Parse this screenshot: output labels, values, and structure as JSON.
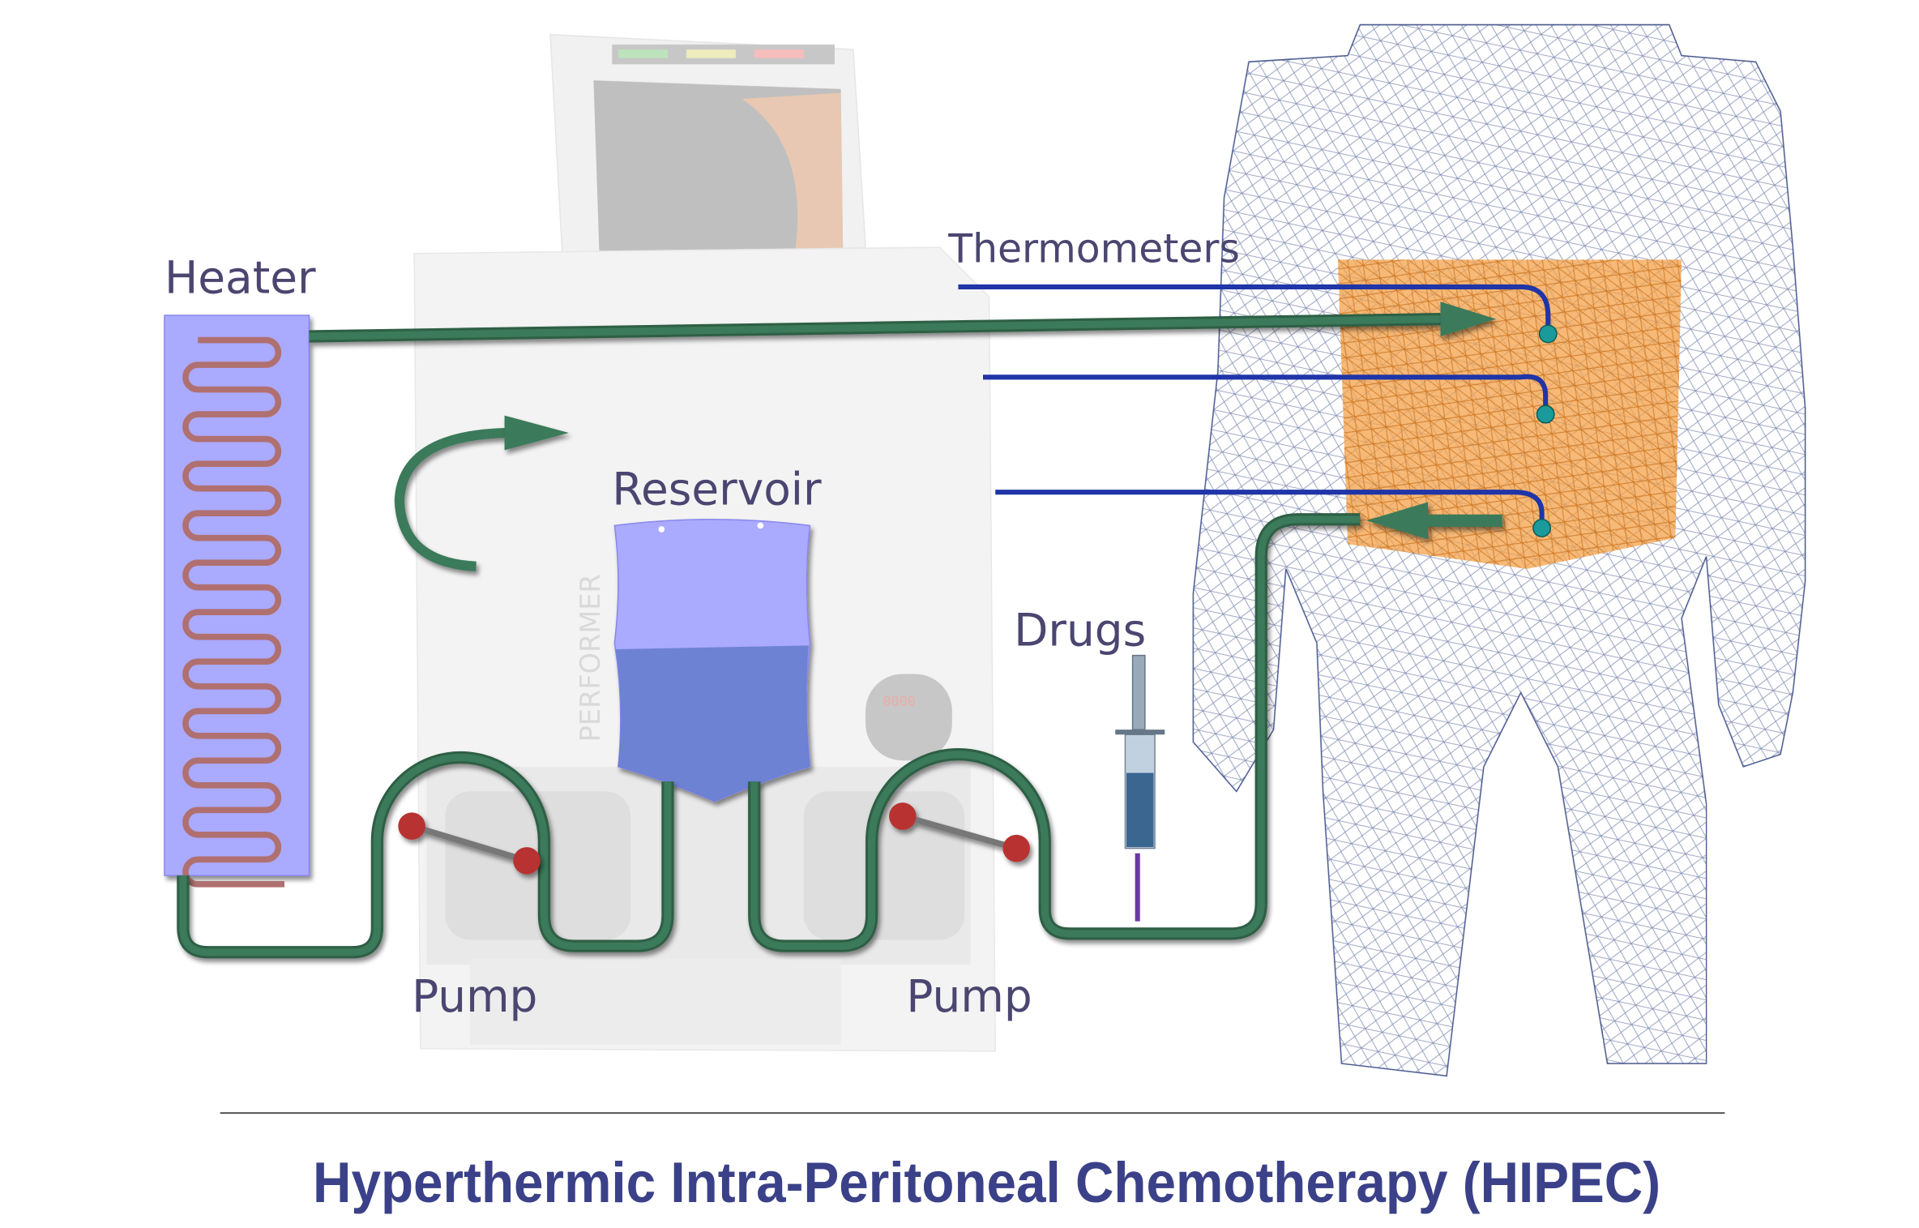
{
  "labels": {
    "heater": "Heater",
    "reservoir": "Reservoir",
    "thermometers": "Thermometers",
    "drugs": "Drugs",
    "pump_left": "Pump",
    "pump_right": "Pump"
  },
  "title": "Hyperthermic Intra-Peritoneal Chemotherapy (HIPEC)",
  "machine": {
    "brand_vertical": "PERFORMER",
    "display_readout": "0000"
  },
  "colors": {
    "tube": "#3b7a5a",
    "heater": "#aaaaff",
    "reservoir": "#a9aaff",
    "thermometer_wire": "#1f35a8",
    "thermometer_tip": "#1a9a9a",
    "abdomen": "#f0a050",
    "title": "#3b4188"
  }
}
